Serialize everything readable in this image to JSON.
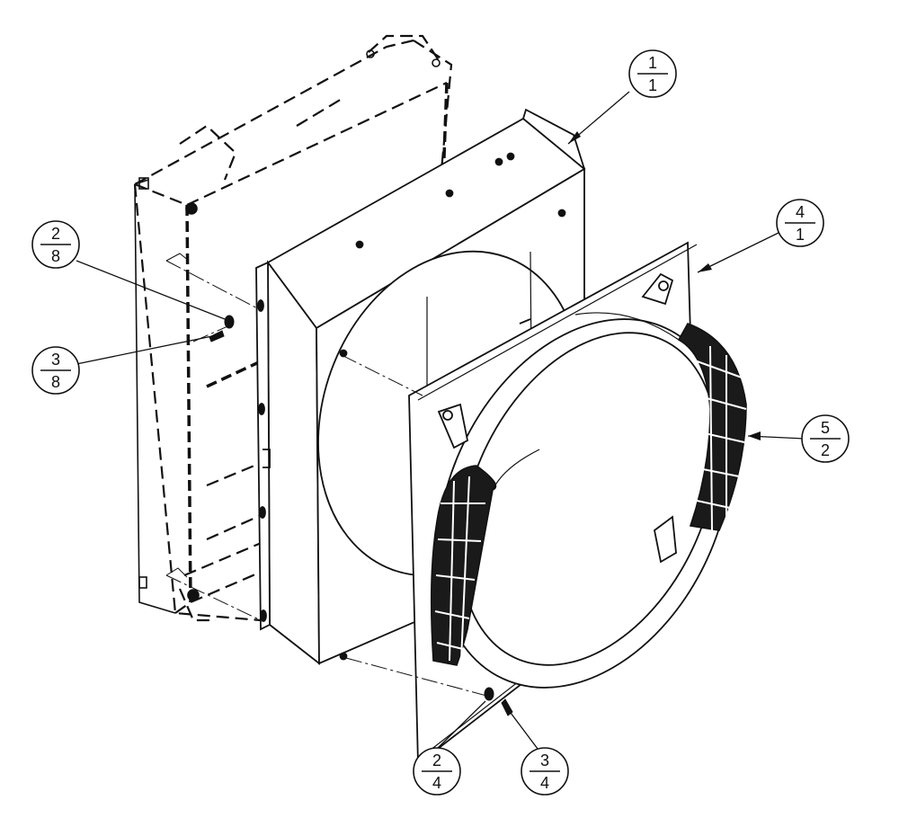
{
  "drawing": {
    "stroke_color": "#111111",
    "fill_color": "#ffffff",
    "mesh_color": "#1a1a1a"
  },
  "callouts": [
    {
      "id": "c-1-1",
      "top": "1",
      "bottom": "1"
    },
    {
      "id": "c-4-1",
      "top": "4",
      "bottom": "1"
    },
    {
      "id": "c-5-2",
      "top": "5",
      "bottom": "2"
    },
    {
      "id": "c-2-8",
      "top": "2",
      "bottom": "8"
    },
    {
      "id": "c-3-8",
      "top": "3",
      "bottom": "8"
    },
    {
      "id": "c-2-4",
      "top": "2",
      "bottom": "4"
    },
    {
      "id": "c-3-4",
      "top": "3",
      "bottom": "4"
    }
  ]
}
